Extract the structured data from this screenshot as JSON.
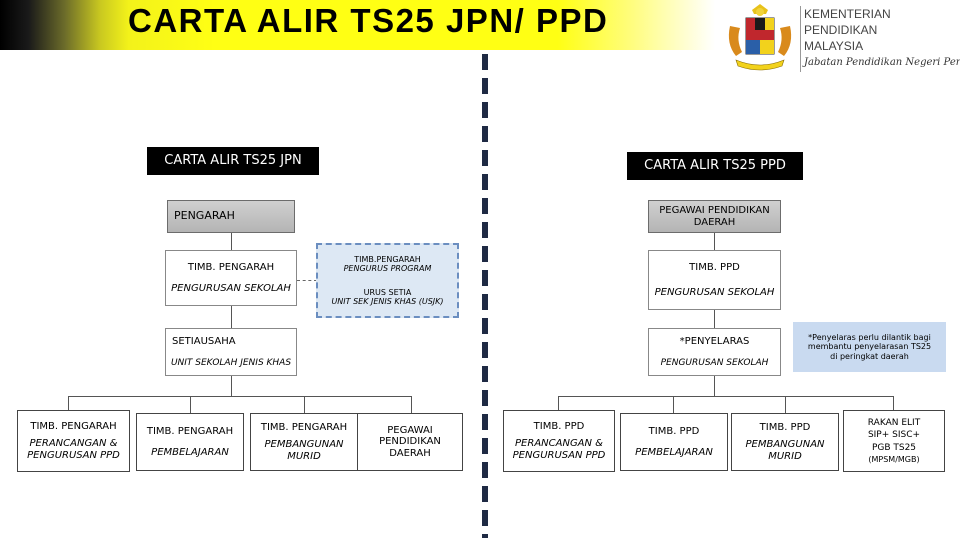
{
  "header": {
    "title": "CARTA ALIR TS25 JPN/ PPD"
  },
  "logo": {
    "lines": [
      "KEMENTERIAN",
      "PENDIDIKAN",
      "MALAYSIA"
    ],
    "sub": "Jabatan Pendidikan Negeri Perak",
    "emblem": "malaysia-coat-of-arms-emblem"
  },
  "jpn": {
    "heading": "CARTA ALIR TS25 JPN",
    "pengarah": "PENGARAH",
    "timb_pengarah": {
      "title": "TIMB. PENGARAH",
      "sub": "PENGURUSAN SEKOLAH"
    },
    "program": {
      "title": "TIMB.PENGARAH",
      "title2": "PENGURUS PROGRAM",
      "sub": "URUS SETIA",
      "sub2": "UNIT SEK JENIS KHAS (USJK)"
    },
    "setiausaha": {
      "title": "SETIAUSAHA",
      "sub": "UNIT SEKOLAH JENIS KHAS"
    },
    "bottom": [
      {
        "title": "TIMB. PENGARAH",
        "sub1": "PERANCANGAN &",
        "sub2": "PENGURUSAN PPD"
      },
      {
        "title": "TIMB. PENGARAH",
        "sub1": "PEMBELAJARAN",
        "sub2": ""
      },
      {
        "title": "TIMB. PENGARAH",
        "sub1": "PEMBANGUNAN",
        "sub2": "MURID"
      },
      {
        "title": "PEGAWAI",
        "sub1": "PENDIDIKAN",
        "sub2": "DAERAH"
      }
    ]
  },
  "ppd": {
    "heading": "CARTA ALIR TS25 PPD",
    "pegawai": {
      "line1": "PEGAWAI PENDIDIKAN",
      "line2": "DAERAH"
    },
    "timb_ppd": {
      "title": "TIMB. PPD",
      "sub": "PENGURUSAN SEKOLAH"
    },
    "penyelaras": {
      "title": "*PENYELARAS",
      "sub": "PENGURUSAN SEKOLAH"
    },
    "note": {
      "line1": "*Penyelaras perlu dilantik bagi",
      "line2": "membantu penyelarasan TS25",
      "line3": "di peringkat daerah"
    },
    "bottom": [
      {
        "title": "TIMB. PPD",
        "sub1": "PERANCANGAN &",
        "sub2": "PENGURUSAN PPD"
      },
      {
        "title": "TIMB. PPD",
        "sub1": "PEMBELAJARAN",
        "sub2": ""
      },
      {
        "title": "TIMB. PPD",
        "sub1": "PEMBANGUNAN",
        "sub2": "MURID"
      }
    ],
    "rakan": {
      "line1": "RAKAN ELIT",
      "line2": "SIP+ SISC+",
      "line3": "PGB TS25",
      "line4": "(MPSM/MGB)"
    }
  },
  "colors": {
    "banner": "#ffff14",
    "grey_box": "#bfbfbf",
    "note_box": "#c9daf0",
    "dashed_border": "#6b8ec0",
    "divider": "#1f2a44"
  }
}
